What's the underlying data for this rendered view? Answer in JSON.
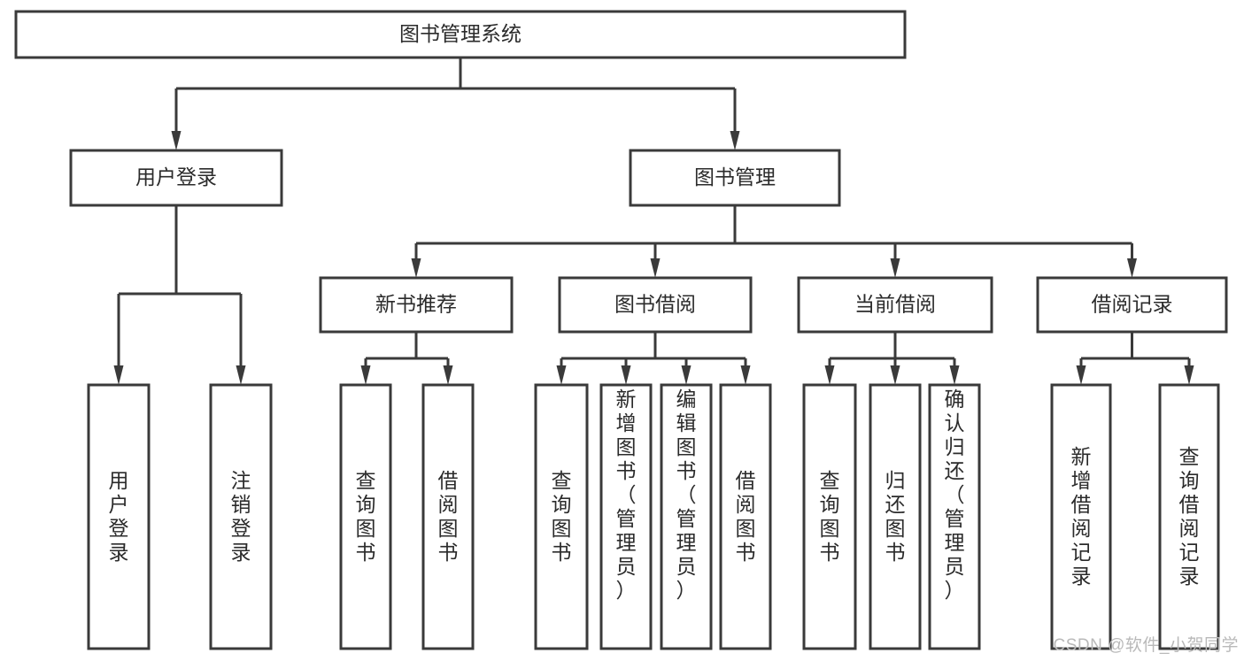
{
  "diagram": {
    "title": "图书管理系统",
    "type": "tree-hierarchy",
    "levels": 4,
    "root": {
      "id": "root",
      "label": "图书管理系统",
      "orientation": "horizontal"
    },
    "level2": [
      {
        "id": "user-login",
        "label": "用户登录",
        "orientation": "horizontal"
      },
      {
        "id": "book-manage",
        "label": "图书管理",
        "orientation": "horizontal"
      }
    ],
    "level3": [
      {
        "id": "new-book-rec",
        "label": "新书推荐",
        "orientation": "horizontal",
        "parent": "book-manage"
      },
      {
        "id": "book-borrow",
        "label": "图书借阅",
        "orientation": "horizontal",
        "parent": "book-manage"
      },
      {
        "id": "current-borrow",
        "label": "当前借阅",
        "orientation": "horizontal",
        "parent": "book-manage"
      },
      {
        "id": "borrow-record",
        "label": "借阅记录",
        "orientation": "horizontal",
        "parent": "book-manage"
      }
    ],
    "leaves": {
      "user-login": [
        {
          "id": "leaf-user-login",
          "label": "用户登录",
          "orientation": "vertical"
        },
        {
          "id": "leaf-logout",
          "label": "注销登录",
          "orientation": "vertical"
        }
      ],
      "new-book-rec": [
        {
          "id": "leaf-query-book-1",
          "label": "查询图书",
          "orientation": "vertical"
        },
        {
          "id": "leaf-borrow-book-1",
          "label": "借阅图书",
          "orientation": "vertical"
        }
      ],
      "book-borrow": [
        {
          "id": "leaf-query-book-2",
          "label": "查询图书",
          "orientation": "vertical"
        },
        {
          "id": "leaf-add-book",
          "label": "新增图书（管理员）",
          "orientation": "vertical"
        },
        {
          "id": "leaf-edit-book",
          "label": "编辑图书（管理员）",
          "orientation": "vertical"
        },
        {
          "id": "leaf-borrow-book-2",
          "label": "借阅图书",
          "orientation": "vertical"
        }
      ],
      "current-borrow": [
        {
          "id": "leaf-query-book-3",
          "label": "查询图书",
          "orientation": "vertical"
        },
        {
          "id": "leaf-return-book",
          "label": "归还图书",
          "orientation": "vertical"
        },
        {
          "id": "leaf-confirm-return",
          "label": "确认归还（管理员）",
          "orientation": "vertical"
        }
      ],
      "borrow-record": [
        {
          "id": "leaf-add-record",
          "label": "新增借阅记录",
          "orientation": "vertical"
        },
        {
          "id": "leaf-query-record",
          "label": "查询借阅记录",
          "orientation": "vertical"
        }
      ]
    }
  },
  "watermark": {
    "text": "CSDN @软件_小贺同学"
  },
  "colors": {
    "stroke": "#3a3a3a",
    "box_fill": "#ffffff",
    "text": "#2b2b2b",
    "watermark": "#b9b9b9",
    "background": "#ffffff"
  }
}
